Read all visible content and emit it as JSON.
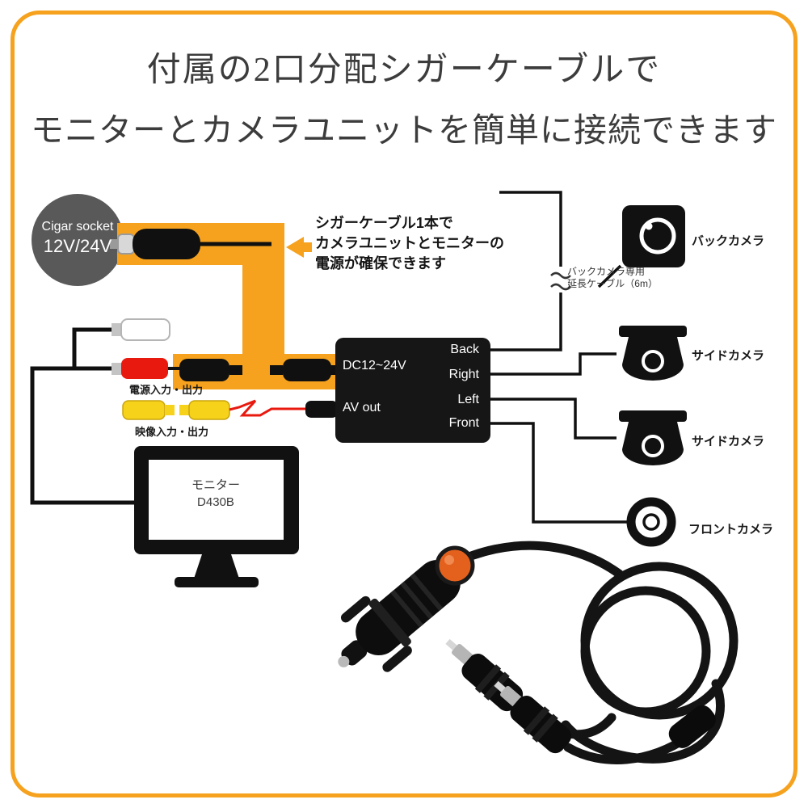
{
  "colors": {
    "accent_orange": "#F6A21E",
    "box_black": "#161616",
    "socket_gray": "#595959",
    "rca_red": "#E8190F",
    "rca_yellow": "#F6D21A",
    "plug_cap_orange": "#E4611D"
  },
  "title": {
    "line1": "付属の2口分配シガーケーブルで",
    "line2": "モニターとカメラユニットを簡単に接続できます"
  },
  "cigar_socket": {
    "name": "Cigar socket",
    "voltage": "12V/24V"
  },
  "callout": {
    "line1": "シガーケーブル1本で",
    "line2": "カメラユニットとモニターの",
    "line3": "電源が確保できます"
  },
  "control_box": {
    "power_input": "DC12~24V",
    "av_out": "AV out",
    "ports": [
      "Back",
      "Right",
      "Left",
      "Front"
    ]
  },
  "connectors": {
    "power_label": "電源入力・出力",
    "video_label": "映像入力・出力"
  },
  "monitor": {
    "name": "モニター",
    "model": "D430B"
  },
  "extension_cable": {
    "line1": "バックカメラ専用",
    "line2": "延長ケーブル（6m）"
  },
  "cameras": {
    "back": "バックカメラ",
    "side_top": "サイドカメラ",
    "side_bottom": "サイドカメラ",
    "front": "フロントカメラ"
  }
}
